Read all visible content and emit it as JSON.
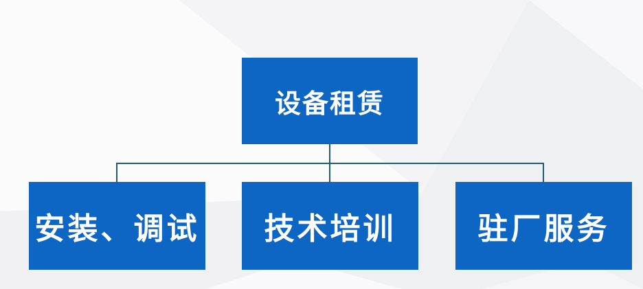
{
  "diagram": {
    "type": "org-chart",
    "root": {
      "label": "设备租赁"
    },
    "children": [
      {
        "label": "安装、调试"
      },
      {
        "label": "技术培训"
      },
      {
        "label": "驻厂服务"
      }
    ],
    "colors": {
      "node_fill": "#0d66c4",
      "node_text": "#ffffff",
      "connector": "#1e5a7a",
      "background": "#f4f4f6"
    }
  }
}
